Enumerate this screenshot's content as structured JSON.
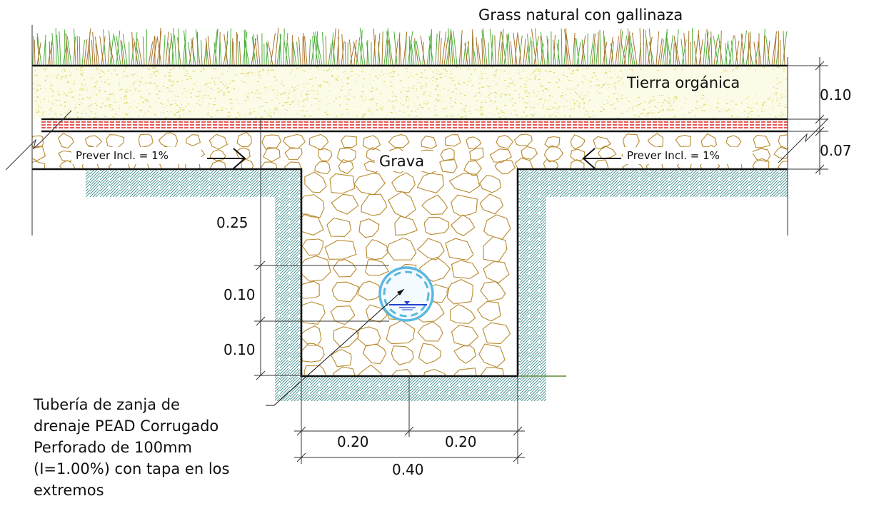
{
  "labels": {
    "grass": "Grass natural con gallinaza",
    "topsoil": "Tierra orgánica",
    "gravel": "Grava",
    "slope_left": "Prever Incl. = 1%",
    "slope_right": "Prever Incl. = 1%"
  },
  "dimensions": {
    "topsoil_thickness": "0.10",
    "gravel_thickness": "0.07",
    "trench_upper_depth": "0.25",
    "pipe_zone_upper": "0.10",
    "pipe_zone_lower": "0.10",
    "half_width_left": "0.20",
    "half_width_right": "0.20",
    "total_width": "0.40"
  },
  "pipe_note": {
    "lines": [
      "Tubería de zanja de",
      "drenaje PEAD Corrugado",
      "Perforado de 100mm",
      "(I=1.00%) con tapa en los",
      "extremos"
    ]
  },
  "colors": {
    "grass_green": "#4caf3a",
    "grass_brown": "#a8732a",
    "topsoil_dots": "#d9d24a",
    "gravel_stroke": "#b88a2e",
    "soil_hatch": "#3f8f8f",
    "liner_red": "#e0201a",
    "pipe_blue": "#5ab8e0",
    "water_blue": "#2040d0"
  }
}
